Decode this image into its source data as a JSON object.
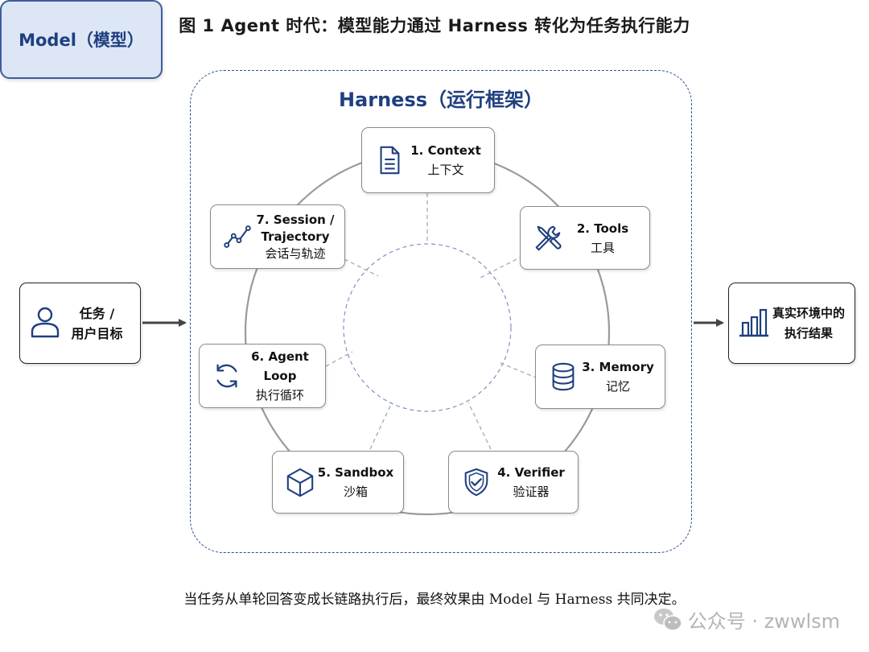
{
  "figure_title": "图 1  Agent 时代：模型能力通过 Harness 转化为任务执行能力",
  "harness": {
    "title": "Harness（运行框架）"
  },
  "model": {
    "label": "Model（模型）"
  },
  "components": [
    {
      "en": "1. Context",
      "zh": "上下文",
      "icon": "document-icon"
    },
    {
      "en": "2. Tools",
      "zh": "工具",
      "icon": "tools-icon"
    },
    {
      "en": "3. Memory",
      "zh": "记忆",
      "icon": "database-icon"
    },
    {
      "en": "4. Verifier",
      "zh": "验证器",
      "icon": "shield-check-icon"
    },
    {
      "en": "5. Sandbox",
      "zh": "沙箱",
      "icon": "cube-icon"
    },
    {
      "en": "6. Agent Loop",
      "zh": "执行循环",
      "icon": "loop-arrows-icon"
    },
    {
      "en": "7. Session /",
      "en2": "Trajectory",
      "zh": "会话与轨迹",
      "icon": "trajectory-line-icon"
    }
  ],
  "input": {
    "line1": "任务 /",
    "line2": "用户目标",
    "icon": "user-icon"
  },
  "output": {
    "line1": "真实环境中的",
    "line2": "执行结果",
    "icon": "bar-chart-icon"
  },
  "caption": "当任务从单轮回答变成长链路执行后，最终效果由 Model 与 Harness 共同决定。",
  "watermark": {
    "text": "公众号 · zwwlsm",
    "icon": "wechat-icon"
  },
  "colors": {
    "accent": "#1f3f80",
    "model_fill": "#dce6f5",
    "frame": "#2c4f93",
    "ring": "#999999"
  }
}
